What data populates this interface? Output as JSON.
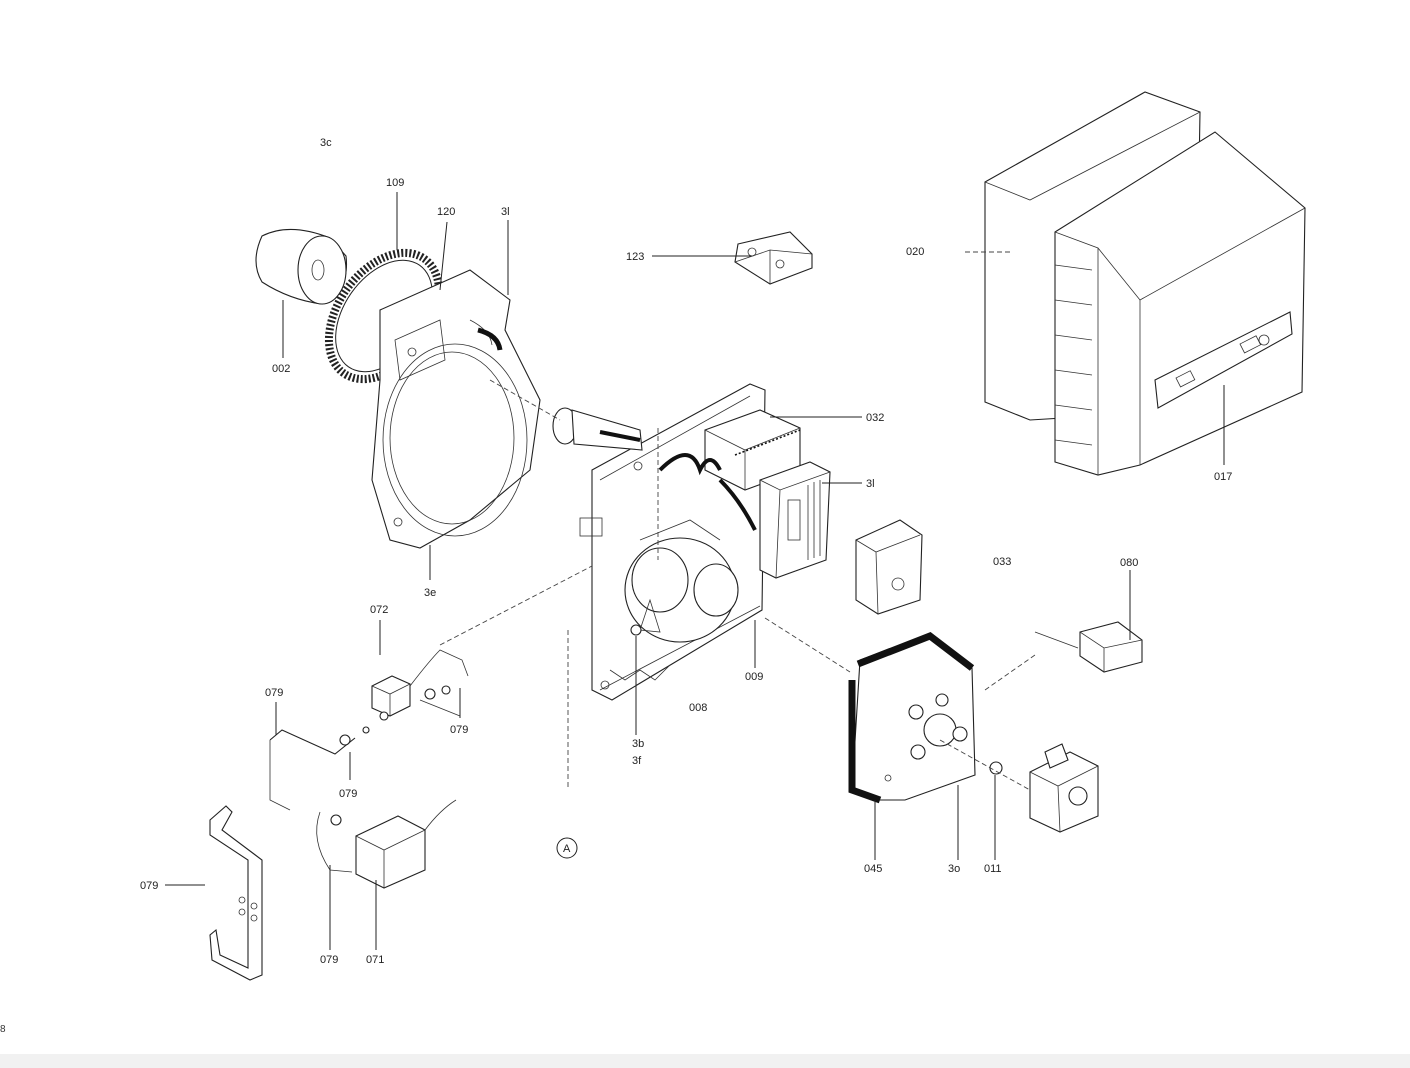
{
  "diagram": {
    "page_number": "8",
    "callouts": [
      {
        "id": "3c-top",
        "text": "3c"
      },
      {
        "id": "109",
        "text": "109"
      },
      {
        "id": "120",
        "text": "120"
      },
      {
        "id": "3i-top",
        "text": "3l"
      },
      {
        "id": "002",
        "text": "002"
      },
      {
        "id": "3e",
        "text": "3e"
      },
      {
        "id": "123",
        "text": "123"
      },
      {
        "id": "020",
        "text": "020"
      },
      {
        "id": "032",
        "text": "032"
      },
      {
        "id": "3i-mid",
        "text": "3l"
      },
      {
        "id": "017",
        "text": "017"
      },
      {
        "id": "033",
        "text": "033"
      },
      {
        "id": "080",
        "text": "080"
      },
      {
        "id": "072",
        "text": "072"
      },
      {
        "id": "079-a",
        "text": "079"
      },
      {
        "id": "079-b",
        "text": "079"
      },
      {
        "id": "079-c",
        "text": "079"
      },
      {
        "id": "079-d",
        "text": "079"
      },
      {
        "id": "079-e",
        "text": "079"
      },
      {
        "id": "009",
        "text": "009"
      },
      {
        "id": "008",
        "text": "008"
      },
      {
        "id": "3b",
        "text": "3b"
      },
      {
        "id": "3f",
        "text": "3f"
      },
      {
        "id": "A",
        "text": "A"
      },
      {
        "id": "071",
        "text": "071"
      },
      {
        "id": "045",
        "text": "045"
      },
      {
        "id": "3o",
        "text": "3o"
      },
      {
        "id": "011",
        "text": "011"
      }
    ]
  }
}
